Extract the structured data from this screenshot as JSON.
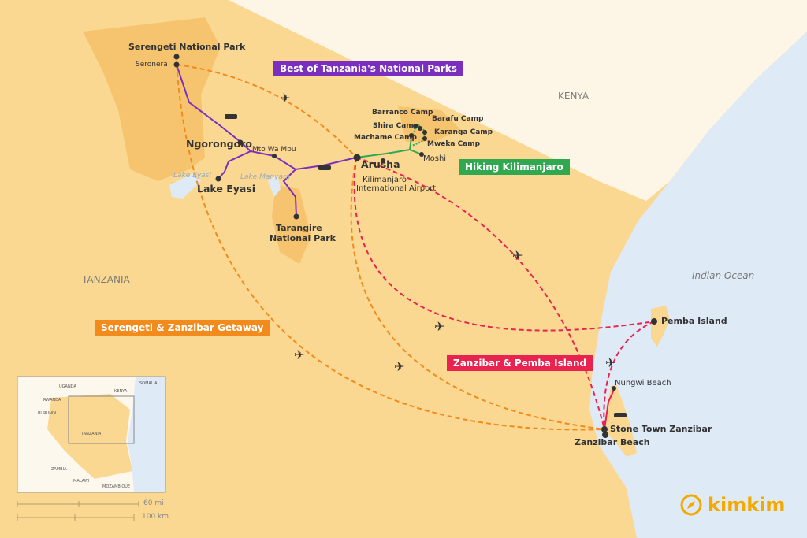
{
  "regions": {
    "kenya": "KENYA",
    "tanzania": "TANZANIA",
    "ocean": "Indian Ocean"
  },
  "lakes": {
    "eyasi": "Lake Eyasi",
    "manyara": "Lake Manyara"
  },
  "places": {
    "serengeti": "Serengeti National Park",
    "seronera": "Seronera",
    "ngorongoro": "Ngorongoro",
    "mto_wa_mbu": "Mto Wa Mbu",
    "lake_eyasi": "Lake Eyasi",
    "tarangire": "Tarangire",
    "tarangire2": "National Park",
    "arusha": "Arusha",
    "kia1": "Kilimanjaro",
    "kia2": "International Airport",
    "moshi": "Moshi",
    "barranco": "Barranco Camp",
    "barafu": "Barafu Camp",
    "shira": "Shira Camp",
    "karanga": "Karanga Camp",
    "machame": "Machame Camp",
    "mweka": "Mweka Camp",
    "pemba": "Pemba Island",
    "nungwi": "Nungwi Beach",
    "stone_town": "Stone Town Zanzibar",
    "zanzibar_beach": "Zanzibar Beach"
  },
  "routes": [
    {
      "label": "Best of Tanzania's National Parks",
      "color": "#7b2fbe"
    },
    {
      "label": "Hiking Kilimanjaro",
      "color": "#2fa84f"
    },
    {
      "label": "Serengeti & Zanzibar Getaway",
      "color": "#f28a1c"
    },
    {
      "label": "Zanzibar & Pemba Island",
      "color": "#e8234f"
    }
  ],
  "inset": {
    "uganda": "UGANDA",
    "kenya": "KENYA",
    "somalia": "SOMALIA",
    "rwanda": "RWANDA",
    "burundi": "BURUNDI",
    "tanzania": "TANZANIA",
    "zambia": "ZAMBIA",
    "malawi": "MALAWI",
    "mozambique": "MOZAMBIQUE"
  },
  "scale": {
    "mi": "60 mi",
    "km": "100 km"
  },
  "brand": "kimkim"
}
